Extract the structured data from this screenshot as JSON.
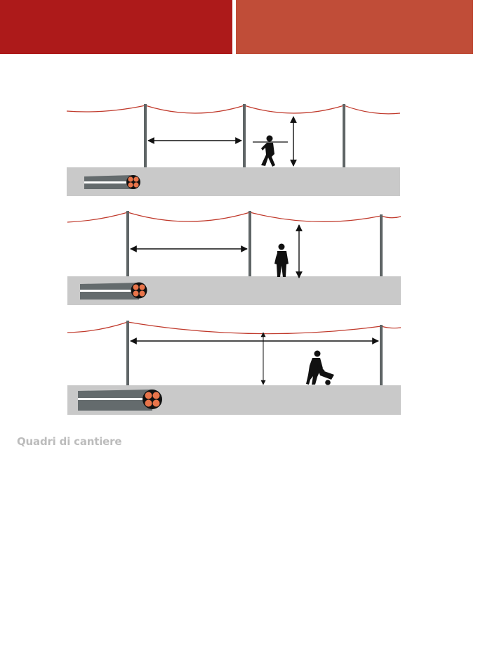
{
  "header": {
    "left_color": "#ad1a1a",
    "right_color": "#c04d38"
  },
  "colors": {
    "ground": "#c9c9c9",
    "pole": "#5f6566",
    "wire": "#c0392b",
    "cable_jacket": "#646b6d",
    "cable_core": "#e8744a",
    "figure": "#111111"
  },
  "scenes": [
    {
      "id": 1,
      "figure": "worker-carrying-pole-icon"
    },
    {
      "id": 2,
      "figure": "worker-standing-icon"
    },
    {
      "id": 3,
      "figure": "worker-wheelbarrow-icon"
    }
  ],
  "caption": "Quadri di cantiere"
}
